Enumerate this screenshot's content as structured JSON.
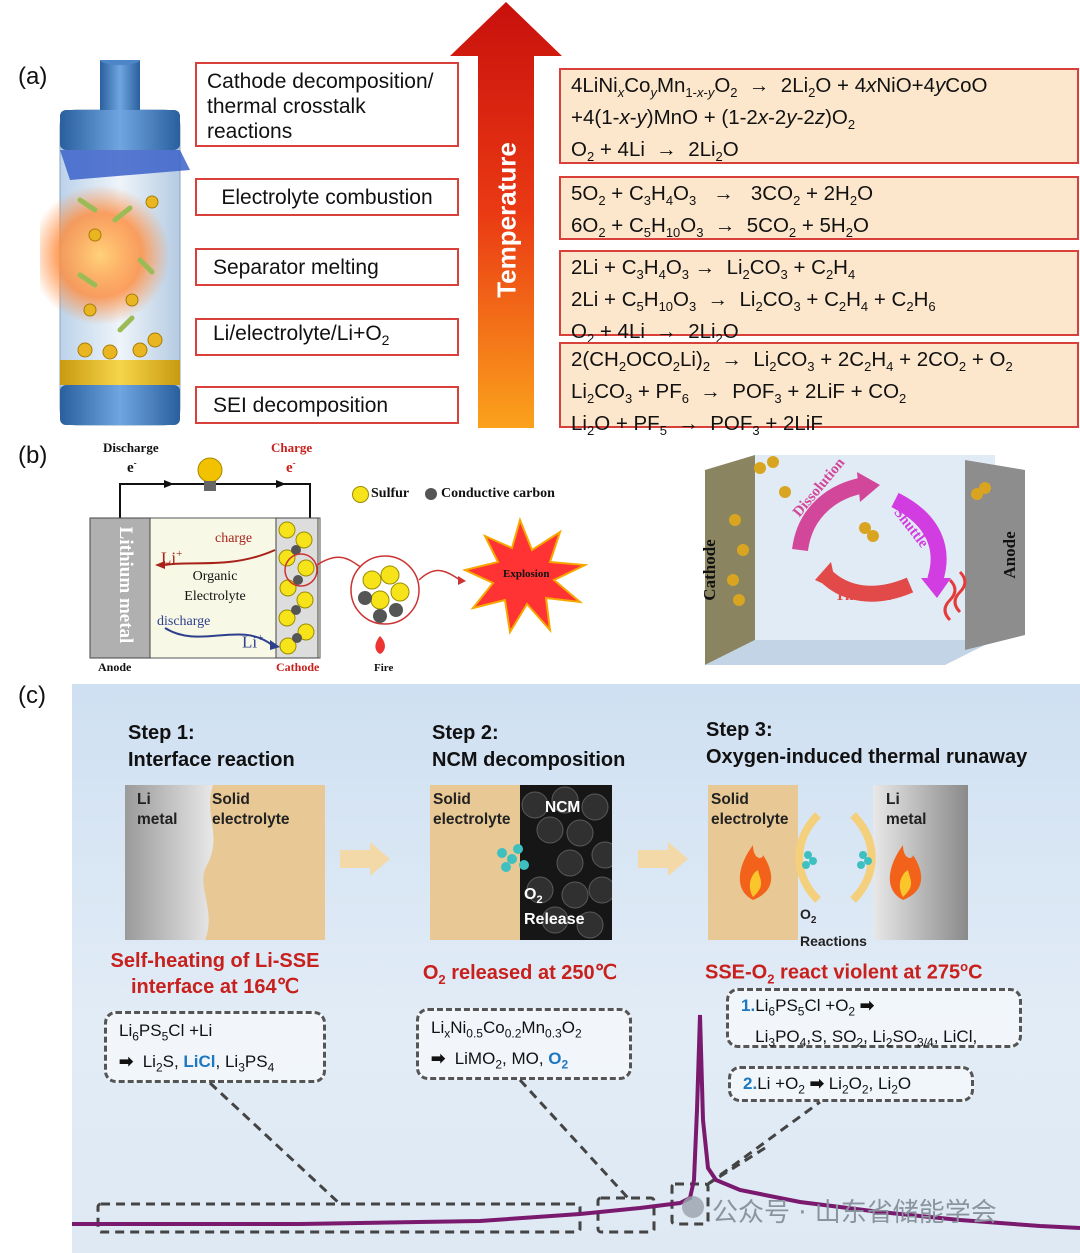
{
  "panel_a": {
    "label": "(a)",
    "arrow_label": "Temperature",
    "left_boxes": [
      "Cathode decomposition/ thermal crosstalk reactions",
      "Electrolyte combustion",
      "Separator melting",
      "Li/electrolyte/Li+O2",
      "SEI decomposition"
    ],
    "right_boxes": [
      [
        "4LiNixCoyMn1-x-yO2 → 2Li2O + 4xNiO+4yCoO",
        "+4(1-x-y)MnO + (1-2x-2y-2z)O2",
        "O2 + 4Li → 2Li2O"
      ],
      [
        "5O2 + C3H4O3 → 3CO2 + 2H2O",
        "6O2 + C5H10O3 → 5CO2 + 5H2O"
      ],
      [
        "2Li + C3H4O3 → Li2CO3 + C2H4",
        "2Li + C5H10O3 → Li2CO3 + C2H4 + C2H6",
        "O2 + 4Li → 2Li2O"
      ],
      [
        "2(CH2OCO2Li)2 → Li2CO3 + 2C2H4 + 2CO2 + O2",
        "Li2CO3 + PF6 → POF3 + 2LiF + CO2",
        "Li2O + PF5 → POF3 + 2LiF"
      ]
    ]
  },
  "panel_b": {
    "label": "(b)",
    "discharge": "Discharge",
    "charge_top": "Charge",
    "electron": "e-",
    "lithium_metal": "Lithium metal",
    "anode": "Anode",
    "cathode": "Cathode",
    "charge": "charge",
    "discharge_lower": "discharge",
    "li_plus": "Li+",
    "organic_electrolyte": "Organic Electrolyte",
    "sulfur": "Sulfur",
    "conductive_carbon": "Conductive carbon",
    "fire": "Fire",
    "explosion": "Explosion",
    "right_cathode": "Cathode",
    "right_anode": "Anode",
    "dissolution": "Dissolution",
    "shuttle": "Shuttle",
    "thermal": "Thermal"
  },
  "panel_c": {
    "label": "(c)",
    "steps": [
      {
        "title1": "Step 1:",
        "title2": "Interface reaction",
        "caption": "Self-heating of Li-SSE interface at 164℃",
        "left_label": "Li metal",
        "right_label": "Solid electrolyte"
      },
      {
        "title1": "Step 2:",
        "title2": "NCM decomposition",
        "caption": "O2 released at 250℃",
        "left_label": "Solid electrolyte",
        "right_label": "NCM",
        "release": "O2 Release"
      },
      {
        "title1": "Step 3:",
        "title2": "Oxygen-induced thermal runaway",
        "caption": "SSE-O2 react violent at 275oC",
        "left_label": "Solid electrolyte",
        "right_label": "Li metal",
        "reactions": "O2 Reactions"
      }
    ],
    "box1": [
      "Li6PS5Cl +Li",
      "Li2S, LiCl, Li3PS4"
    ],
    "box2": [
      "LixNi0.5Co0.2Mn0.3O2",
      "LiMO2, MO, O2"
    ],
    "box3": [
      "1.Li6PS5Cl +O2",
      "Li3PO4,S, SO2, Li2SO3/4, LiCl,"
    ],
    "box4": [
      "2.Li +O2",
      "Li2O2, Li2O"
    ],
    "watermark": "公众号 · 山东省储能学会"
  },
  "colors": {
    "box_border": "#d9403a",
    "box_fill": "#fde7cc",
    "caption_red": "#c8201c",
    "curve": "#7a1a6e",
    "highlight_blue": "#1d78c1"
  }
}
